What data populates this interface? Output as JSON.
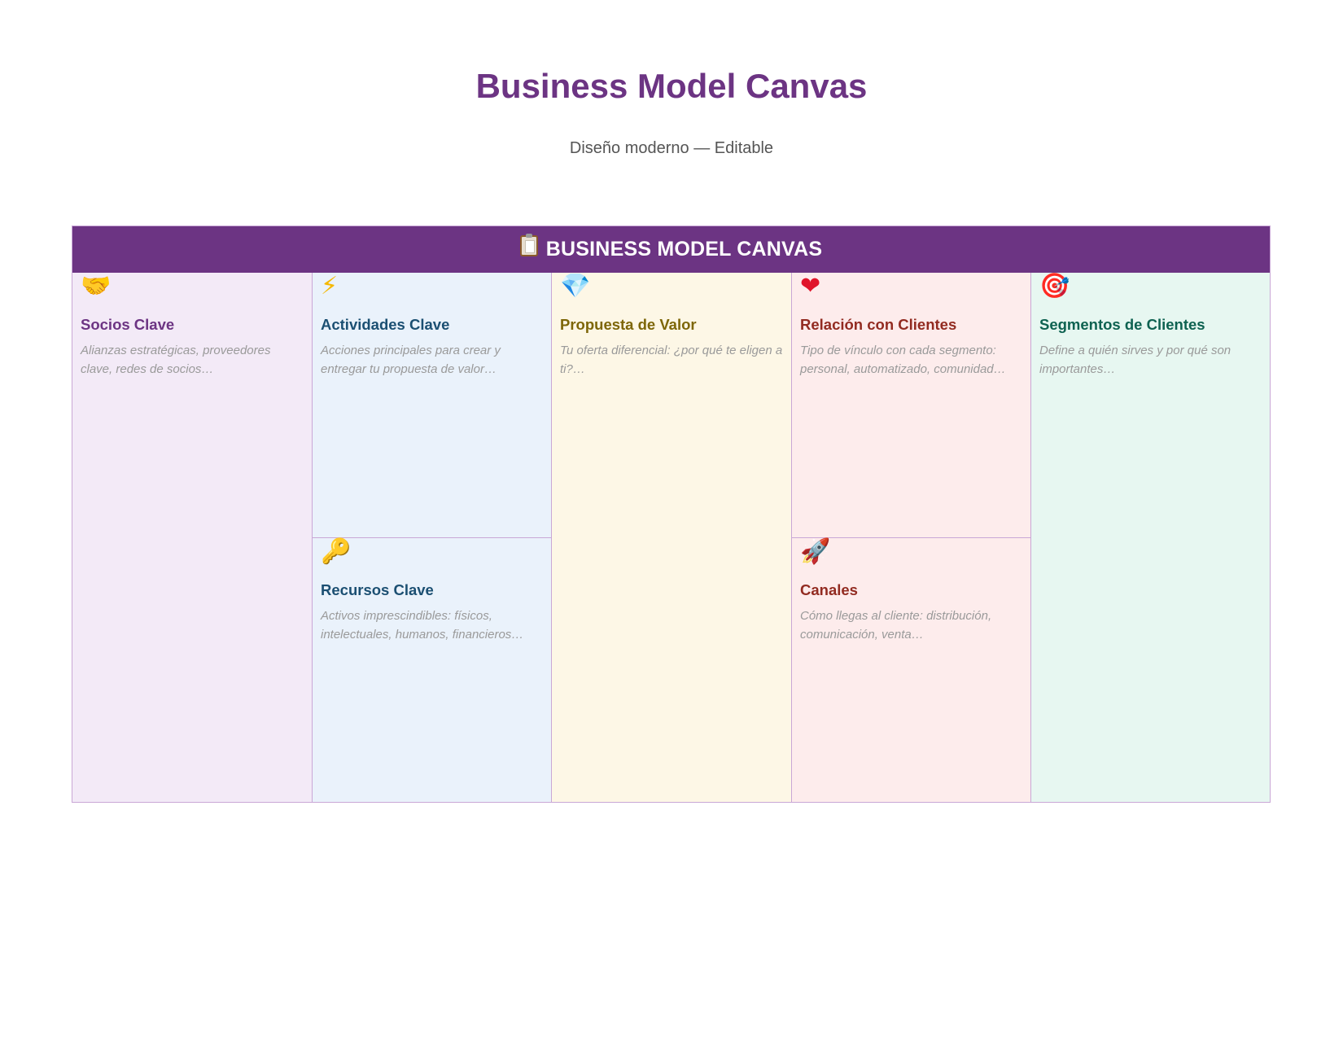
{
  "page": {
    "title": "Business Model Canvas",
    "subtitle": "Diseño moderno — Editable"
  },
  "canvas": {
    "header": "BUSINESS MODEL CANVAS",
    "header_icon": "clipboard-icon",
    "blocks": {
      "socios": {
        "icon": "handshake-icon",
        "glyph": "🤝",
        "title": "Socios Clave",
        "desc": "Alianzas estratégicas, proveedores clave, redes de socios…",
        "color": "#6c3483",
        "bg": "#f3eaf7"
      },
      "actividades": {
        "icon": "lightning-icon",
        "glyph": "⚡",
        "title": "Actividades Clave",
        "desc": "Acciones principales para crear y entregar tu propuesta de valor…",
        "color": "#1b4f72",
        "bg": "#eaf2fb"
      },
      "recursos": {
        "icon": "key-icon",
        "glyph": "🔑",
        "title": "Recursos Clave",
        "desc": "Activos imprescindibles: físicos, intelectuales, humanos, financieros…",
        "color": "#1b4f72",
        "bg": "#eaf2fb"
      },
      "propuesta": {
        "icon": "gem-icon",
        "glyph": "💎",
        "title": "Propuesta de Valor",
        "desc": "Tu oferta diferencial: ¿por qué te eligen a ti?…",
        "color": "#7d6608",
        "bg": "#fdf7e6"
      },
      "relacion": {
        "icon": "heart-icon",
        "glyph": "❤",
        "title": "Relación con Clientes",
        "desc": "Tipo de vínculo con cada segmento: personal, automatizado, comunidad…",
        "color": "#922b21",
        "bg": "#fdecec"
      },
      "canales": {
        "icon": "rocket-icon",
        "glyph": "🚀",
        "title": "Canales",
        "desc": "Cómo llegas al cliente: distribución, comunicación, venta…",
        "color": "#922b21",
        "bg": "#fdecec"
      },
      "segmentos": {
        "icon": "target-icon",
        "glyph": "🎯",
        "title": "Segmentos de Clientes",
        "desc": "Define a quién sirves y por qué son importantes…",
        "color": "#0e6251",
        "bg": "#e7f7f1"
      }
    }
  }
}
